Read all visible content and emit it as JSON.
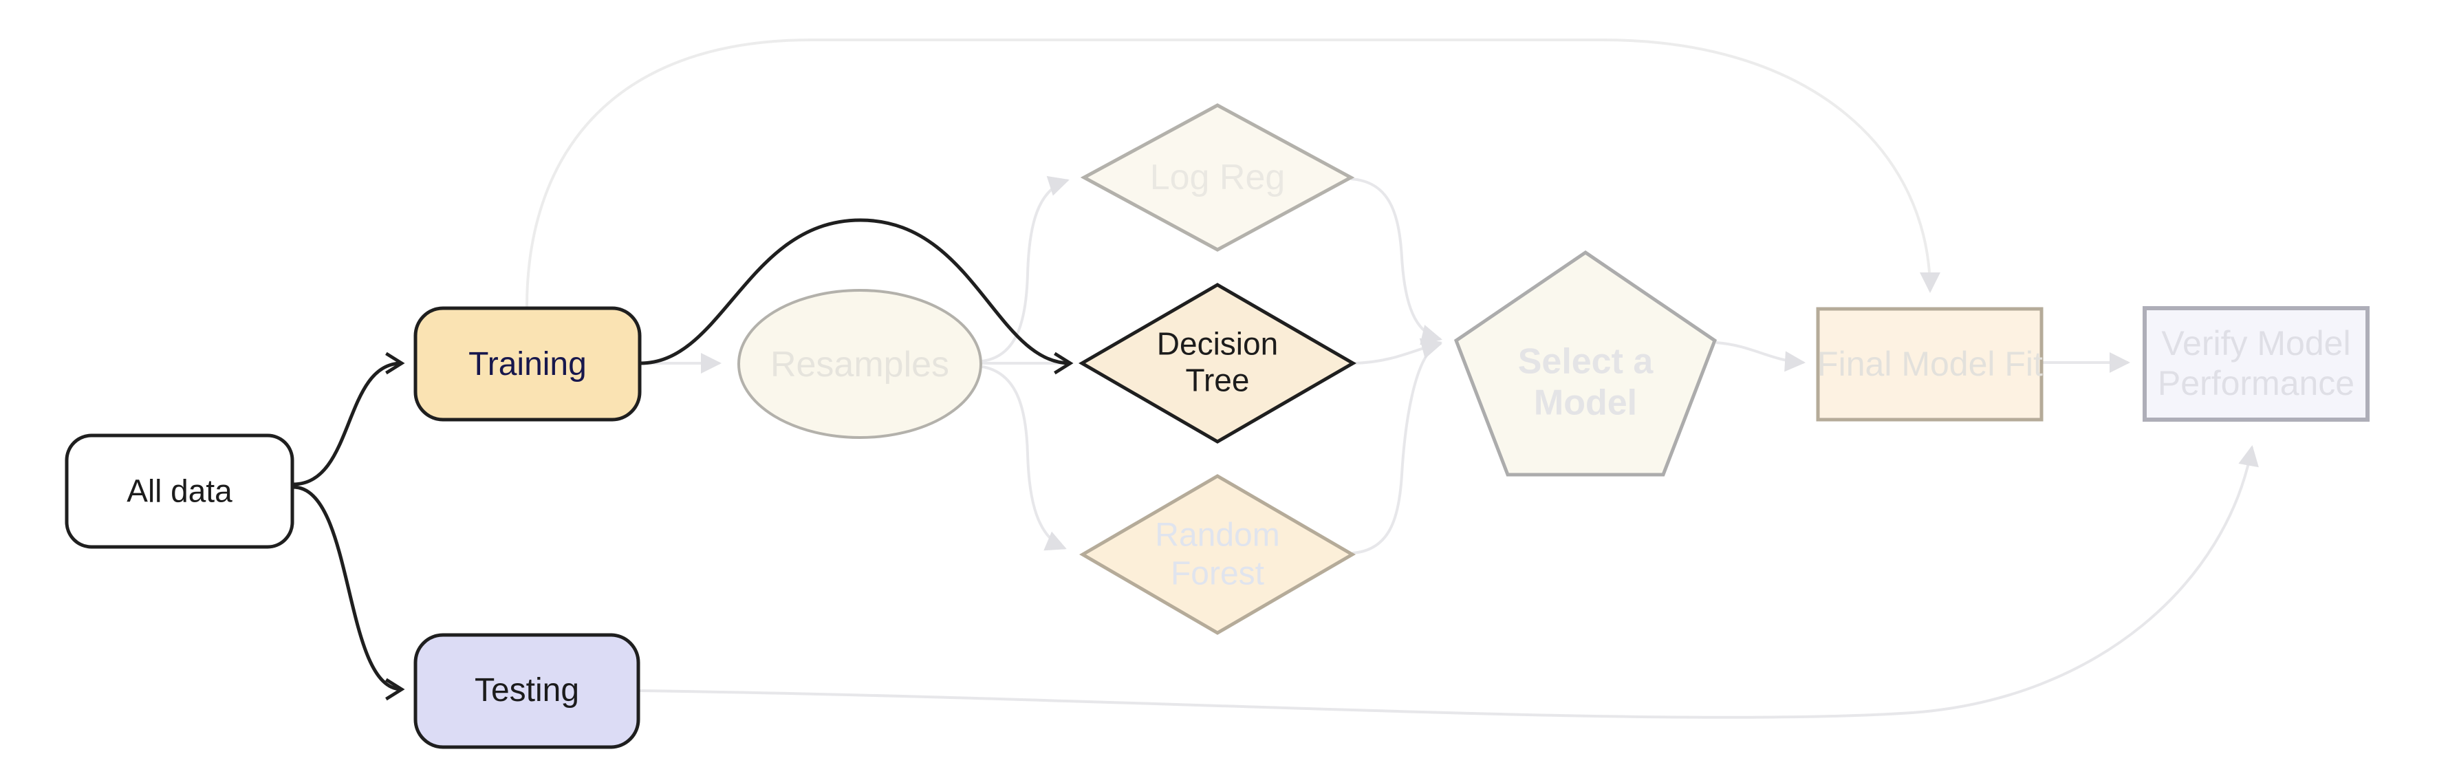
{
  "diagram": {
    "title": "Model training workflow flowchart",
    "nodes": {
      "all_data": {
        "label": "All data"
      },
      "training": {
        "label": "Training"
      },
      "testing": {
        "label": "Testing"
      },
      "resamples": {
        "label": "Resamples"
      },
      "log_reg": {
        "label": "Log Reg"
      },
      "decision_tree": {
        "label_line1": "Decision",
        "label_line2": "Tree"
      },
      "random_forest": {
        "label_line1": "Random",
        "label_line2": "Forest"
      },
      "select_model": {
        "label_line1": "Select a",
        "label_line2": "Model"
      },
      "final_model_fit": {
        "label": "Final Model Fit"
      },
      "verify": {
        "label_line1": "Verify Model",
        "label_line2": "Performance"
      }
    },
    "edges": [
      {
        "from": "all_data",
        "to": "training",
        "emphasis": "active"
      },
      {
        "from": "all_data",
        "to": "testing",
        "emphasis": "active"
      },
      {
        "from": "training",
        "to": "resamples",
        "emphasis": "faded"
      },
      {
        "from": "training",
        "to": "decision_tree",
        "emphasis": "active"
      },
      {
        "from": "training",
        "to": "final_model_fit",
        "emphasis": "faded"
      },
      {
        "from": "resamples",
        "to": "log_reg",
        "emphasis": "faded"
      },
      {
        "from": "resamples",
        "to": "decision_tree",
        "emphasis": "faded"
      },
      {
        "from": "resamples",
        "to": "random_forest",
        "emphasis": "faded"
      },
      {
        "from": "log_reg",
        "to": "select_model",
        "emphasis": "faded"
      },
      {
        "from": "decision_tree",
        "to": "select_model",
        "emphasis": "faded"
      },
      {
        "from": "random_forest",
        "to": "select_model",
        "emphasis": "faded"
      },
      {
        "from": "select_model",
        "to": "final_model_fit",
        "emphasis": "faded"
      },
      {
        "from": "final_model_fit",
        "to": "verify",
        "emphasis": "faded"
      },
      {
        "from": "testing",
        "to": "verify",
        "emphasis": "faded"
      }
    ],
    "colors": {
      "white": "#ffffff",
      "training_fill": "#fae3b3",
      "testing_fill": "#dcdcf5",
      "resamples_fill": "#faf7ec",
      "log_reg_fill": "#fbf8ef",
      "decision_tree_fill": "#faedd7",
      "random_forest_fill": "#fcefd9",
      "pentagon_fill": "#faf8ee",
      "final_fit_fill": "#fdf2e2",
      "verify_fill": "#f5f5fb",
      "active_stroke": "#1f1f1f",
      "faded_stroke_warm": "#b5ab99",
      "faded_stroke_gray": "#b3b1ab",
      "pentagon_stroke": "#acacac",
      "verify_stroke": "#aeaeb8",
      "navy_text": "#17174d",
      "dark_text": "#1c1c1c",
      "faded_text_warm": "#e6e4dd",
      "faded_text_gray": "#e4e4e6",
      "faded_text_blue": "#e0e4ee"
    }
  }
}
